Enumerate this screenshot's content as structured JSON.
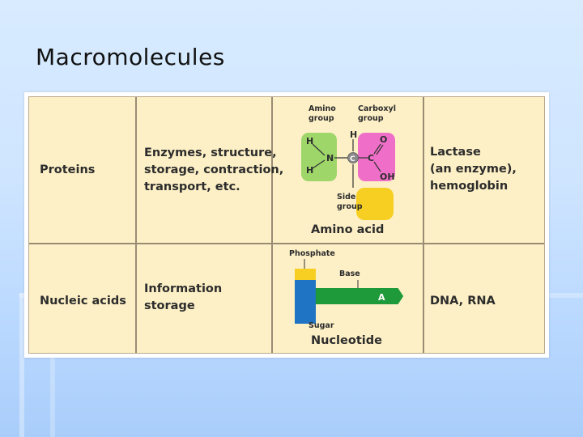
{
  "slide": {
    "title": "Macromolecules"
  },
  "table": {
    "rows": [
      {
        "type": "Proteins",
        "function": "Enzymes, structure,\nstorage, contraction,\ntransport, etc.",
        "examples": "Lactase\n(an enzyme),\nhemoglobin",
        "diagram": {
          "name": "Amino acid",
          "amino_label": "Amino\ngroup",
          "carboxyl_label": "Carboxyl\ngroup",
          "side_label": "Side\ngroup",
          "atoms": {
            "h_top": "H",
            "h1": "H",
            "h2": "H",
            "n": "N",
            "c1": "C",
            "c2": "C",
            "o": "O",
            "oh": "OH"
          },
          "colors": {
            "amino": "#9ed66a",
            "carboxyl": "#ef6fc8",
            "side": "#f6cf22",
            "carbon": "#8a8a8a"
          }
        }
      },
      {
        "type": "Nucleic acids",
        "function": "Information\nstorage",
        "examples": "DNA, RNA",
        "diagram": {
          "name": "Nucleotide",
          "phosphate_label": "Phosphate",
          "base_label": "Base",
          "sugar_label": "Sugar",
          "base_letter": "A",
          "colors": {
            "phosphate": "#f6cf22",
            "sugar": "#1f74c4",
            "base": "#1f9a3b"
          }
        }
      }
    ]
  }
}
